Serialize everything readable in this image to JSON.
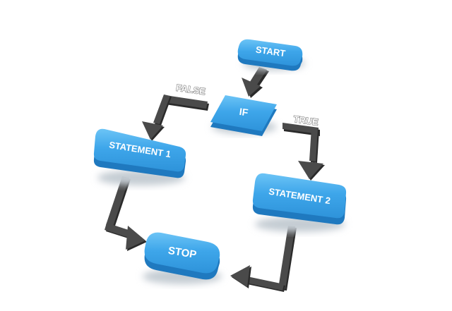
{
  "diagram": {
    "nodes": {
      "start": {
        "label": "START"
      },
      "decision": {
        "label": "IF"
      },
      "statement1": {
        "label": "STATEMENT 1"
      },
      "statement2": {
        "label": "STATEMENT 2"
      },
      "stop": {
        "label": "STOP"
      }
    },
    "edges": {
      "false_label": "FALSE",
      "true_label": "TRUE"
    },
    "colors": {
      "node_fill": "#3ea6ea",
      "node_side": "#1f79bf",
      "node_shadow": "#c4ccd3",
      "arrow_fill": "#4a4a4a",
      "arrow_side": "#2a2a2a",
      "background": "#ffffff"
    }
  }
}
